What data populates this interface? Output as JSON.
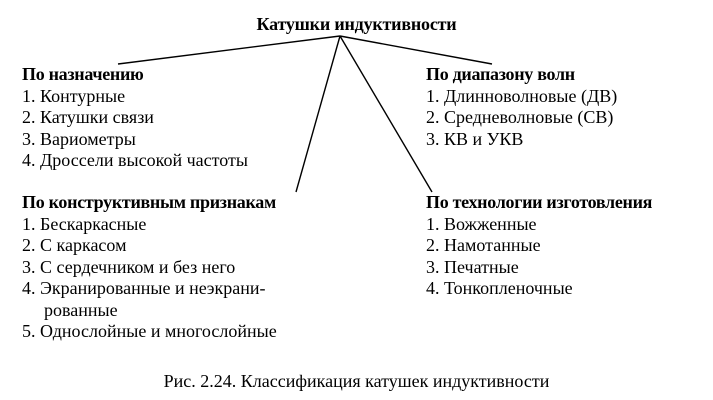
{
  "root_title": "Катушки индуктивности",
  "groups": {
    "purpose": {
      "title": "По назначению",
      "items": [
        "1. Контурные",
        "2. Катушки связи",
        "3. Вариометры",
        "4. Дроссели высокой частоты"
      ]
    },
    "waves": {
      "title": "По диапазону волн",
      "items": [
        "1. Длинноволновые (ДВ)",
        "2. Средневолновые (СВ)",
        "3. КВ и УКВ"
      ]
    },
    "design": {
      "title": "По конструктивным признакам",
      "items": [
        "1. Бескаркасные",
        "2. С каркасом",
        "3. С сердечником и без него",
        "4. Экранированные и неэкрани-",
        "рованные",
        "5. Однослойные и многослойные"
      ]
    },
    "tech": {
      "title": "По технологии изготовления",
      "items": [
        "1. Вожженные",
        "2. Намотанные",
        "3. Печатные",
        "4. Тонкопленочные"
      ]
    }
  },
  "caption": "Рис. 2.24. Классификация катушек индуктивности"
}
